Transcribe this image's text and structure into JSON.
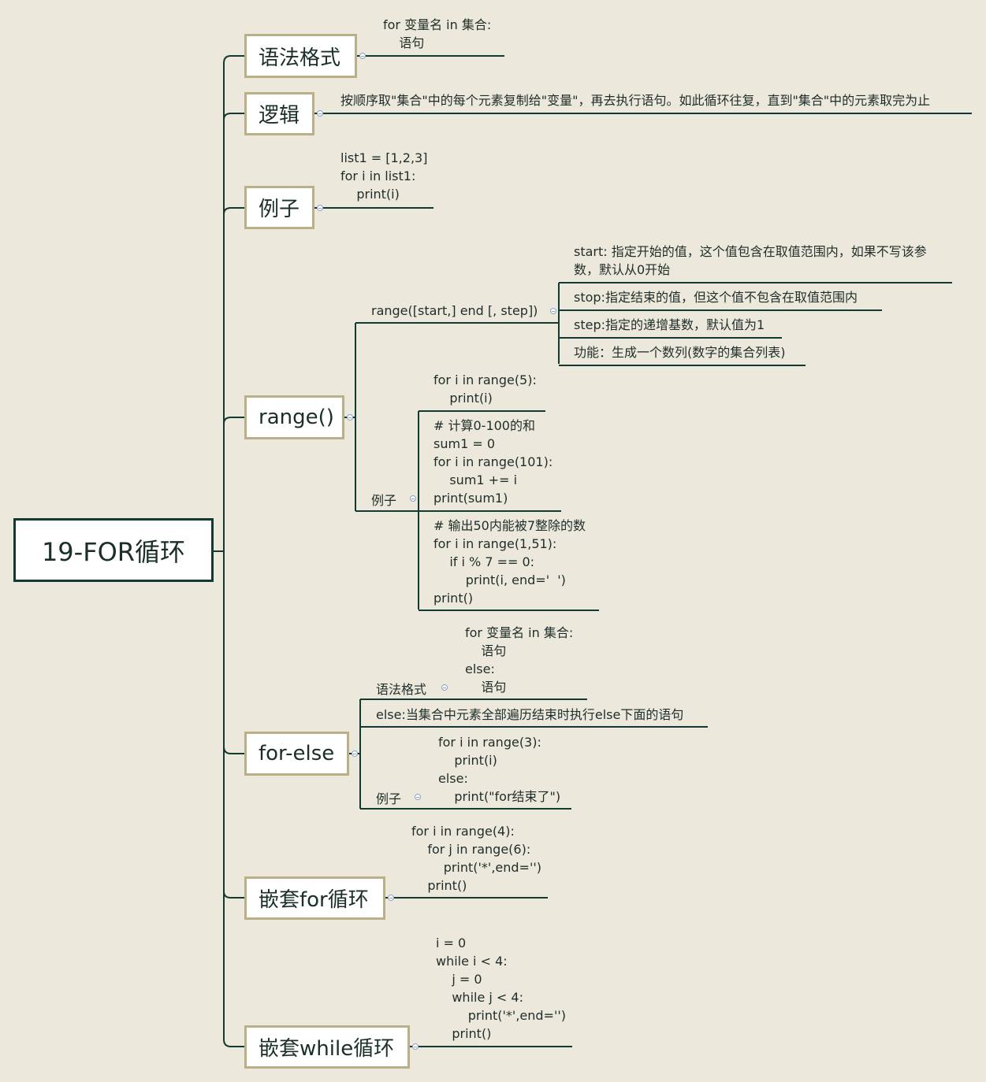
{
  "root": {
    "title": "19-FOR循环"
  },
  "branches": {
    "syntax": {
      "label": "语法格式",
      "code": "for 变量名 in 集合:\n    语句"
    },
    "logic": {
      "label": "逻辑",
      "text": "按顺序取\"集合\"中的每个元素复制给\"变量\"，再去执行语句。如此循环往复，直到\"集合\"中的元素取完为止"
    },
    "example": {
      "label": "例子",
      "code": "list1 = [1,2,3]\nfor i in list1:\n    print(i)"
    },
    "range": {
      "label": "range()",
      "signature": "range([start,] end [, step])",
      "params": [
        "start: 指定开始的值，这个值包含在取值范围内，如果不写该参\n数，默认从0开始",
        "stop:指定结束的值，但这个值不包含在取值范围内",
        "step:指定的递增基数，默认值为1",
        "功能：生成一个数列(数字的集合列表)"
      ],
      "examples_label": "例子",
      "examples": [
        "for i in range(5):\n    print(i)",
        "# 计算0-100的和\nsum1 = 0\nfor i in range(101):\n    sum1 += i\nprint(sum1)",
        "# 输出50内能被7整除的数\nfor i in range(1,51):\n    if i % 7 == 0:\n        print(i, end='  ')\nprint()"
      ]
    },
    "for_else": {
      "label": "for-else",
      "syntax_label": "语法格式",
      "syntax_code": "for 变量名 in 集合:\n    语句\nelse:\n    语句",
      "desc": "else:当集合中元素全部遍历结束时执行else下面的语句",
      "example_label": "例子",
      "example_code": "for i in range(3):\n    print(i)\nelse:\n    print(\"for结束了\")"
    },
    "nested_for": {
      "label": "嵌套for循环",
      "code": "for i in range(4):\n    for j in range(6):\n        print('*',end='')\n    print()"
    },
    "nested_while": {
      "label": "嵌套while循环",
      "code": "i = 0\nwhile i < 4:\n    j = 0\n    while j < 4:\n        print('*',end='')\n    print()"
    }
  },
  "colors": {
    "line": "#123a32",
    "node_border": "#b9b08a",
    "background": "#ece9dc"
  }
}
